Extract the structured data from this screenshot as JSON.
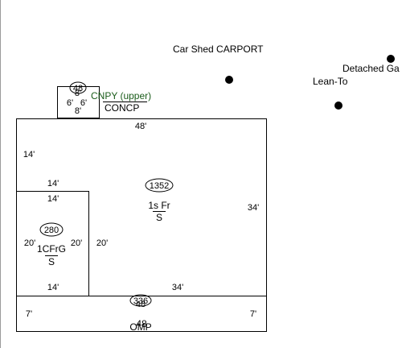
{
  "colors": {
    "background": "#ffffff",
    "line": "#000000",
    "canopy_label": "#1a5c1a",
    "left_border": "#9a9a9a"
  },
  "annotations": {
    "car_shed": "Car Shed CARPORT",
    "lean_to": "Lean-To",
    "detached_garage": "Detached Ga"
  },
  "canopy": {
    "area": "48",
    "label": "CNPY (upper)",
    "material": "CONCP",
    "dim_top": "8'",
    "dim_left": "6'",
    "dim_right": "6'",
    "dim_bottom": "8'"
  },
  "main": {
    "area": "1352",
    "label": "1s Fr",
    "sub": "S",
    "dim_top": "48'",
    "dim_left_upper": "14'",
    "dim_right": "34'",
    "dim_inner": "20'",
    "dim_bottom": "34'"
  },
  "garage": {
    "area": "280",
    "label": "1CFrG",
    "sub": "S",
    "dim_top_outer": "14'",
    "dim_top_inner": "14'",
    "dim_left": "20'",
    "dim_right": "20'",
    "dim_bottom": "14'"
  },
  "porch": {
    "area": "336",
    "area_overlap": "48",
    "label": "OMP",
    "label_overlap": "48",
    "dim_left": "7'",
    "dim_right": "7'"
  }
}
